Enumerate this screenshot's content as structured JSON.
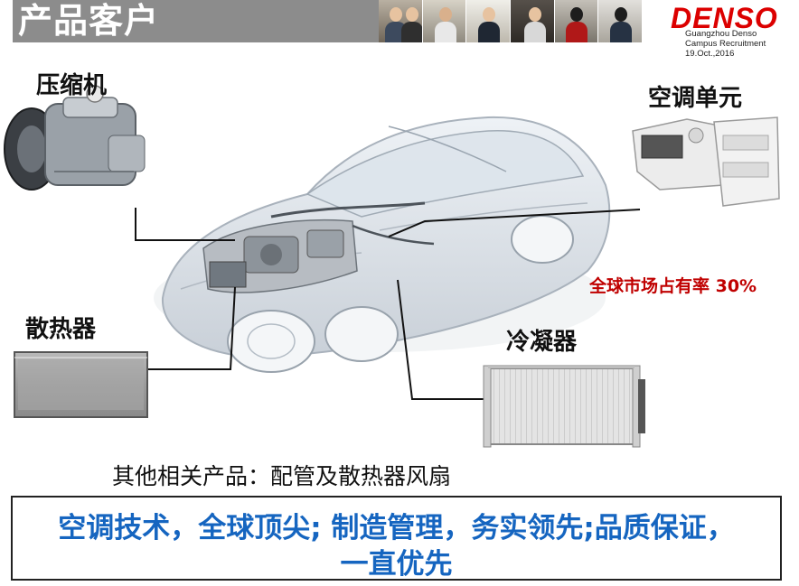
{
  "header": {
    "title": "产品客户",
    "logo": "DENSO",
    "logo_sub": [
      "Guangzhou Denso",
      "Campus Recruitment",
      "19.Oct.,2016"
    ]
  },
  "labels": {
    "compressor": "压缩机",
    "ac_unit": "空调单元",
    "radiator": "散热器",
    "condenser": "冷凝器"
  },
  "market_share": "全球市场占有率  30%",
  "other_products": "其他相关产品：配管及散热器风扇",
  "slogan": {
    "line1": "空调技术，全球顶尖; 制造管理，务实领先;品质保证，",
    "line2": "一直优先"
  },
  "colors": {
    "header_bg": "#8c8c8c",
    "brand_red": "#dc0000",
    "slogan_blue": "#1565c0",
    "share_red": "#c00000"
  }
}
